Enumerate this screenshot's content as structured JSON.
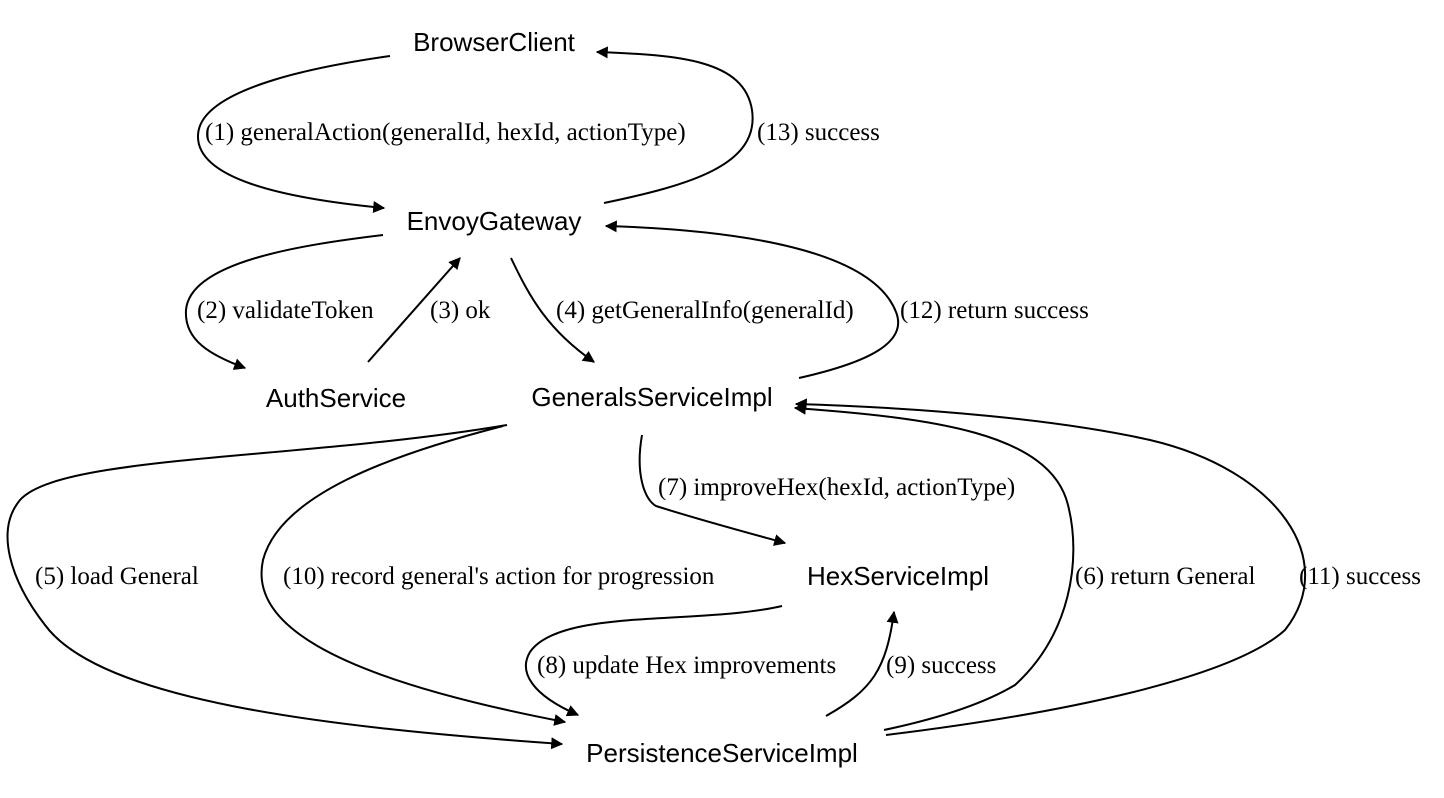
{
  "nodes": {
    "browser_client": "BrowserClient",
    "envoy_gateway": "EnvoyGateway",
    "auth_service": "AuthService",
    "generals_service_impl": "GeneralsServiceImpl",
    "hex_service_impl": "HexServiceImpl",
    "persistence_service_impl": "PersistenceServiceImpl"
  },
  "edges": {
    "e1": "(1) generalAction(generalId, hexId, actionType)",
    "e2": "(2) validateToken",
    "e3": "(3) ok",
    "e4": "(4) getGeneralInfo(generalId)",
    "e5": "(5) load General",
    "e6": "(6) return General",
    "e7": "(7) improveHex(hexId, actionType)",
    "e8": "(8) update Hex improvements",
    "e9": "(9) success",
    "e10": "(10) record general's action for progression",
    "e11": "(11) success",
    "e12": "(12) return success",
    "e13": "(13) success"
  },
  "colors": {
    "background": "#ffffff",
    "stroke": "#000000",
    "text": "#000000"
  }
}
